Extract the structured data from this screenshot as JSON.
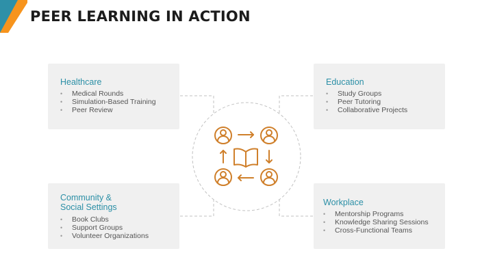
{
  "title": "PEER LEARNING IN ACTION",
  "colors": {
    "accent_orange": "#f7941d",
    "accent_teal": "#2e90a8",
    "card_bg": "#f0f0f0",
    "heading": "#2b8fa6",
    "icon": "#cf7f2a"
  },
  "center_icon": {
    "icons": [
      "person-icon",
      "person-icon",
      "person-icon",
      "person-icon",
      "book-icon",
      "cycle-arrow-icon"
    ]
  },
  "cards": {
    "healthcare": {
      "heading": "Healthcare",
      "items": [
        "Medical Rounds",
        "Simulation-Based Training",
        "Peer Review"
      ]
    },
    "education": {
      "heading": "Education",
      "items": [
        "Study Groups",
        "Peer Tutoring",
        "Collaborative Projects"
      ]
    },
    "community": {
      "heading_line1": "Community &",
      "heading_line2": "Social Settings",
      "items": [
        "Book Clubs",
        "Support Groups",
        "Volunteer Organizations"
      ]
    },
    "workplace": {
      "heading": "Workplace",
      "items": [
        "Mentorship Programs",
        "Knowledge Sharing Sessions",
        "Cross-Functional Teams"
      ]
    }
  }
}
